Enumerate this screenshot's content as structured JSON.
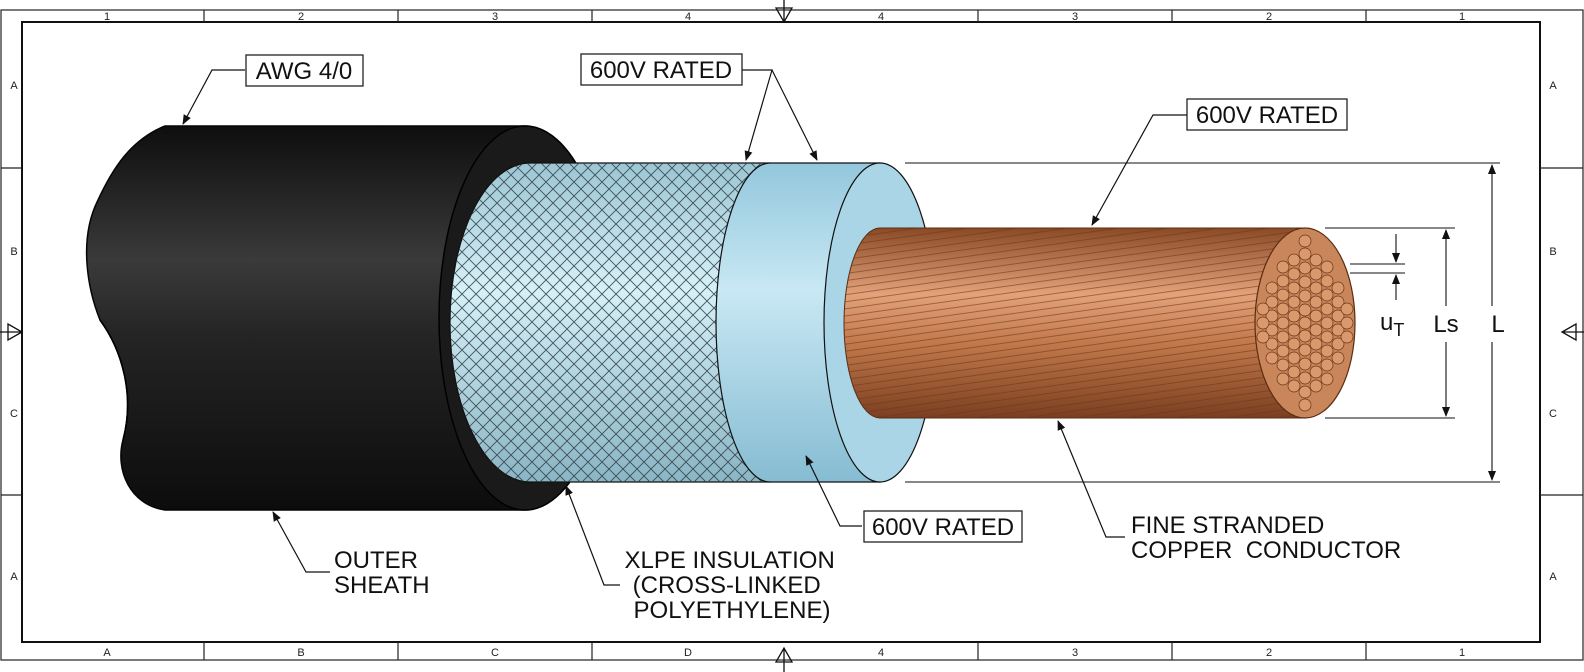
{
  "frame": {
    "top_zones": [
      "1",
      "2",
      "3",
      "4",
      "4",
      "3",
      "2",
      "1"
    ],
    "bottom_zones": [
      "A",
      "B",
      "C",
      "D",
      "4",
      "3",
      "2",
      "1"
    ],
    "left_zones": [
      "A",
      "B",
      "C",
      "A"
    ],
    "right_zones": [
      "A",
      "B",
      "C",
      "A"
    ]
  },
  "callouts": {
    "awg": "AWG 4/0",
    "rated_braid": "600V RATED",
    "rated_conductor": "600V RATED",
    "rated_insulation": "600V RATED",
    "outer_sheath": [
      "OUTER",
      "SHEATH"
    ],
    "xlpe": [
      "XLPE INSULATION",
      "(CROSS-LINKED",
      "POLYETHYLENE)"
    ],
    "conductor": [
      "FINE STRANDED",
      "COPPER  CONDUCTOR"
    ]
  },
  "dimensions": {
    "strand": "u",
    "strand_sub": "T",
    "strand_length": "Ls",
    "overall": "L"
  },
  "colors": {
    "sheath": "#1c1c1c",
    "braid": "#b9dde8",
    "insulation": "#a6d3e6",
    "copper": "#c77d4f",
    "line": "#111111"
  }
}
